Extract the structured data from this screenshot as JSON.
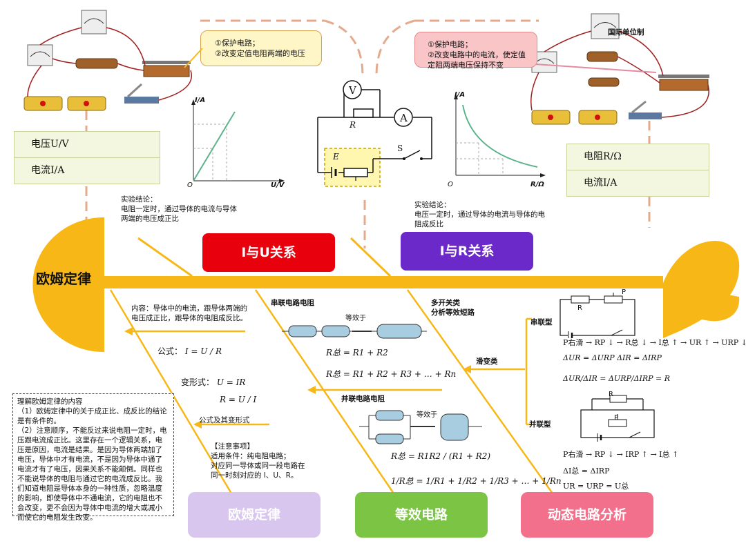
{
  "central_topic": "欧姆定律",
  "branches": {
    "i_u": "I与U关系",
    "i_r": "I与R关系",
    "ohm_law": "欧姆定律",
    "equivalent": "等效电路",
    "dynamic": "动态电路分析"
  },
  "callouts": {
    "left_line1": "①保护电路；",
    "left_line2": "②改变定值电阻两端的电压",
    "right_line1": "①保护电路；",
    "right_line2": "②改变电路中的电流，使定值",
    "right_line3": "定阻两端电压保持不变"
  },
  "left_table": {
    "row1": "电压U/V",
    "row2": "电流I/A"
  },
  "right_table": {
    "row1": "电阻R/Ω",
    "row2": "电流I/A"
  },
  "si_unit_label": "国际单位制",
  "graph_left": {
    "ylabel": "I/A",
    "xlabel": "U/V",
    "origin": "O"
  },
  "graph_right": {
    "ylabel": "I/A",
    "xlabel": "R/Ω",
    "origin": "O"
  },
  "circuit": {
    "v": "V",
    "a": "A",
    "r": "R",
    "e": "E",
    "s": "S"
  },
  "conclusion_left": {
    "title": "实验结论：",
    "line1": "电阻一定时，通过导体的电流与导体",
    "line2": "两端的电压成正比"
  },
  "conclusion_right": {
    "title": "实验结论：",
    "line1": "电压一定时，通过导体的电流与导体的电",
    "line2": "阻成反比"
  },
  "ohm": {
    "content_line1": "内容：导体中的电流，跟导体两端的",
    "content_line2": "电压成正比，跟导体的电阻成反比。",
    "formula_label": "公式：",
    "formula": "I = U / R",
    "variant_label": "变形式：",
    "variant1": "U = IR",
    "variant2": "R = U / I",
    "formula_and_variants": "公式及其变形式",
    "note_title": "【注意事项】",
    "note_line1": "适用条件：纯电阻电路；",
    "note_line2": "对应同一导体或同一段电路在",
    "note_line3": "同一时刻对应的 I、U、R。"
  },
  "understanding": {
    "title": "理解欧姆定律的内容",
    "p1": "（1）欧姆定律中的关于成正比、成反比的结论是有条件的。",
    "p2": "（2）注意顺序，不能反过来说电阻一定时，电压跟电流成正比。这里存在一个逻辑关系，电压是原因，电流是结果。是因为导体两端加了电压，导体中才有电流，不是因为导体中通了电流才有了电压，因果关系不能颠倒。同样也不能说导体的电阻与通过它的电流成反比。我们知道电阻是导体本身的一种性质，忽略温度的影响，即使导体中不通电流，它的电阻也不会改变，更不会因为导体中电流的增大或减小而使它的电阻发生改变。"
  },
  "equivalent": {
    "series_title": "串联电路电阻",
    "equal_to": "等效于",
    "series_f1": "R总 = R1 + R2",
    "series_f2": "R总 = R1 + R2 + R3 + … + Rn",
    "parallel_title": "并联电路电阻",
    "parallel_f1": "R总 = R1R2 / (R1 + R2)",
    "parallel_f2": "1/R总 = 1/R1 + 1/R2 + 1/R3 + … + 1/Rn"
  },
  "dynamic": {
    "switch_type": "多开关类",
    "switch_desc": "分析等效短路",
    "rheostat": "滑变类",
    "series_type": "串联型",
    "parallel_type": "并联型",
    "series_chain": "P右滑 → RP ↓ → R总 ↓ → I总 ↑ → UR ↑ → URP ↓",
    "series_delta1": "ΔUR = ΔURP     ΔIR = ΔIRP",
    "series_delta2": "ΔUR/ΔIR = ΔURP/ΔIRP = R",
    "parallel_chain": "P右滑 → RP ↓ → IRP ↑ → I总 ↑",
    "parallel_eq1": "ΔI总 = ΔIRP",
    "parallel_eq2": "UR = URP = U总",
    "r_label": "R",
    "p_label": "P"
  },
  "colors": {
    "spine": "#f7b817",
    "i_u_tag": "#e8000d",
    "i_r_tag": "#6c29c9",
    "ohm_box": "#d8c6ef",
    "equiv_box": "#7cc443",
    "dynamic_box": "#f2708b",
    "dash": "#e8a888"
  }
}
